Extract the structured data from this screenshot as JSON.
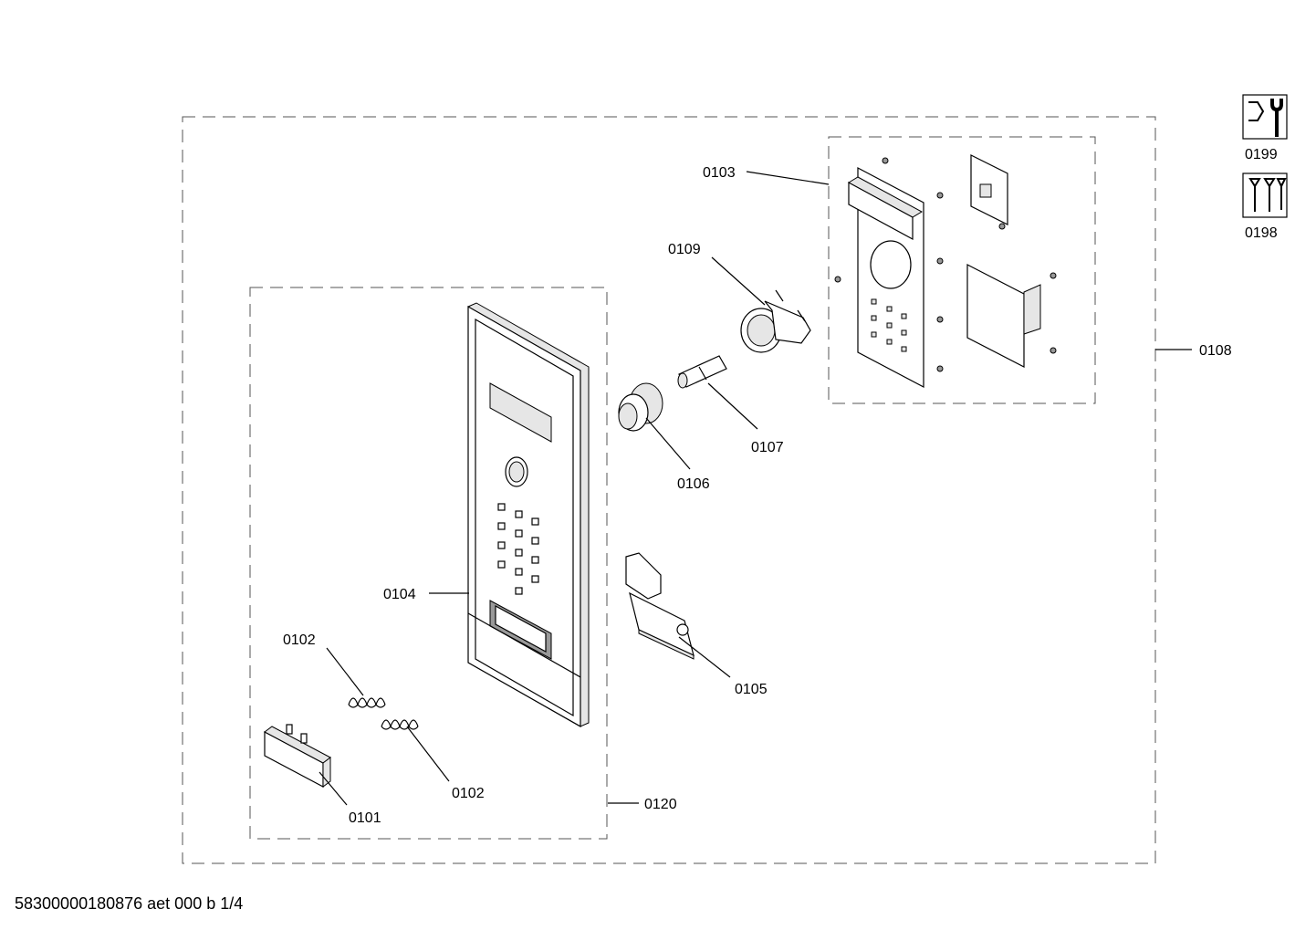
{
  "labels": {
    "p0101": "0101",
    "p0102a": "0102",
    "p0102b": "0102",
    "p0103": "0103",
    "p0104": "0104",
    "p0105": "0105",
    "p0106": "0106",
    "p0107": "0107",
    "p0108": "0108",
    "p0109": "0109",
    "p0120": "0120",
    "p0198": "0198",
    "p0199": "0199"
  },
  "icons": {
    "p0199": "tool-wrench-icon",
    "p0198": "screws-icon"
  },
  "footer": "58300000180876 aet 000 b 1/4"
}
